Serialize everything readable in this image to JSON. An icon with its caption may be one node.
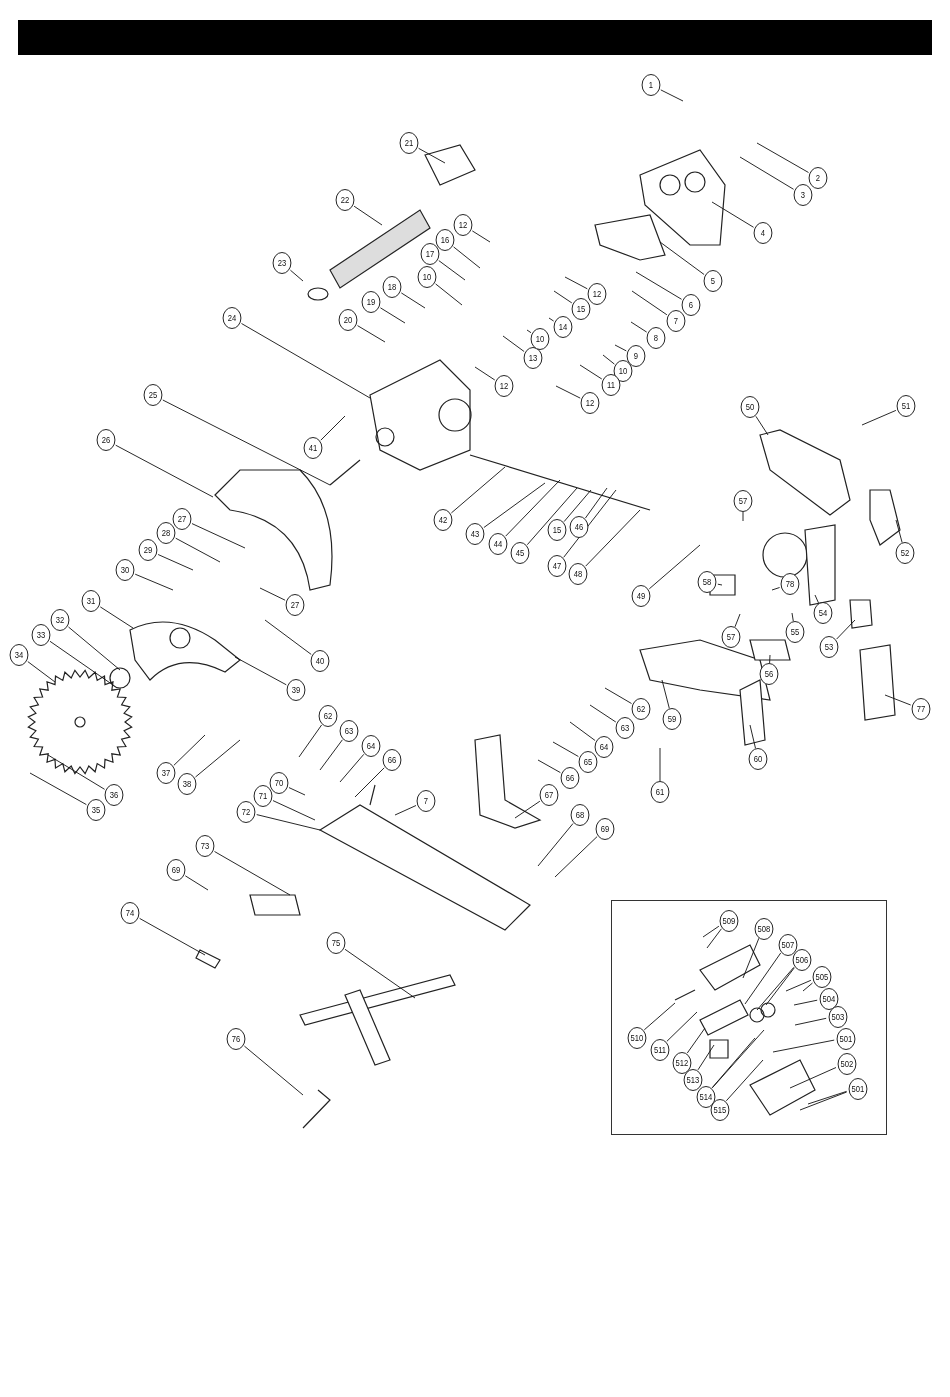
{
  "diagram": {
    "nodes": [
      {
        "text": [
          "1"
        ]
      },
      {
        "text": [
          "2"
        ]
      },
      {
        "text": [
          "3"
        ]
      },
      {
        "text": [
          "4"
        ]
      },
      {
        "text": [
          "5"
        ]
      },
      {
        "text": [
          "6"
        ]
      },
      {
        "text": [
          "7"
        ]
      },
      {
        "text": [
          "8"
        ]
      },
      {
        "text": [
          "9"
        ]
      },
      {
        "text": [
          "10"
        ]
      },
      {
        "text": [
          "11"
        ]
      },
      {
        "text": [
          "12"
        ]
      },
      {
        "text": [
          "12"
        ]
      },
      {
        "text": [
          "15"
        ]
      },
      {
        "text": [
          "14"
        ]
      },
      {
        "text": [
          "13"
        ]
      },
      {
        "text": [
          "10"
        ]
      },
      {
        "text": [
          "12"
        ]
      },
      {
        "text": [
          "21"
        ]
      },
      {
        "text": [
          "22"
        ]
      },
      {
        "text": [
          "23"
        ]
      },
      {
        "text": [
          "12"
        ]
      },
      {
        "text": [
          "16"
        ]
      },
      {
        "text": [
          "17"
        ]
      },
      {
        "text": [
          "10"
        ]
      },
      {
        "text": [
          "18"
        ]
      },
      {
        "text": [
          "19"
        ]
      },
      {
        "text": [
          "20"
        ]
      },
      {
        "text": [
          "24"
        ]
      },
      {
        "text": [
          "41"
        ]
      },
      {
        "text": [
          "25"
        ]
      },
      {
        "text": [
          "26"
        ]
      },
      {
        "text": [
          "27"
        ]
      },
      {
        "text": [
          "28"
        ]
      },
      {
        "text": [
          "29"
        ]
      },
      {
        "text": [
          "30"
        ]
      },
      {
        "text": [
          "27"
        ]
      },
      {
        "text": [
          "40"
        ]
      },
      {
        "text": [
          "31"
        ]
      },
      {
        "text": [
          "32"
        ]
      },
      {
        "text": [
          "33"
        ]
      },
      {
        "text": [
          "34"
        ]
      },
      {
        "text": [
          "39"
        ]
      },
      {
        "text": [
          "36"
        ]
      },
      {
        "text": [
          "35"
        ]
      },
      {
        "text": [
          "37"
        ]
      },
      {
        "text": [
          "38"
        ]
      },
      {
        "text": [
          "62"
        ]
      },
      {
        "text": [
          "63"
        ]
      },
      {
        "text": [
          "64"
        ]
      },
      {
        "text": [
          "66"
        ]
      },
      {
        "text": [
          "70"
        ]
      },
      {
        "text": [
          "71"
        ]
      },
      {
        "text": [
          "72"
        ]
      },
      {
        "text": [
          "7"
        ]
      },
      {
        "text": [
          "62"
        ]
      },
      {
        "text": [
          "63"
        ]
      },
      {
        "text": [
          "64"
        ]
      },
      {
        "text": [
          "65"
        ]
      },
      {
        "text": [
          "66"
        ]
      },
      {
        "text": [
          "67"
        ]
      },
      {
        "text": [
          "59"
        ]
      },
      {
        "text": [
          "60"
        ]
      },
      {
        "text": [
          "61"
        ]
      },
      {
        "text": [
          "68"
        ]
      },
      {
        "text": [
          "69"
        ]
      },
      {
        "text": [
          "69"
        ]
      },
      {
        "text": [
          "73"
        ]
      },
      {
        "text": [
          "74"
        ]
      },
      {
        "text": [
          "75"
        ]
      },
      {
        "text": [
          "76"
        ]
      },
      {
        "text": [
          "42"
        ]
      },
      {
        "text": [
          "43"
        ]
      },
      {
        "text": [
          "44"
        ]
      },
      {
        "text": [
          "45"
        ]
      },
      {
        "text": [
          "15"
        ]
      },
      {
        "text": [
          "46"
        ]
      },
      {
        "text": [
          "47"
        ]
      },
      {
        "text": [
          "48"
        ]
      },
      {
        "text": [
          "49"
        ]
      },
      {
        "text": [
          "50"
        ]
      },
      {
        "text": [
          "51"
        ]
      },
      {
        "text": [
          "52"
        ]
      },
      {
        "text": [
          "57"
        ]
      },
      {
        "text": [
          "58"
        ]
      },
      {
        "text": [
          "78"
        ]
      },
      {
        "text": [
          "54"
        ]
      },
      {
        "text": [
          "55"
        ]
      },
      {
        "text": [
          "57"
        ]
      },
      {
        "text": [
          "56"
        ]
      },
      {
        "text": [
          "53"
        ]
      },
      {
        "text": [
          "77"
        ]
      },
      {
        "text": [],
        "shape": "box"
      },
      {
        "text": [
          "509"
        ],
        "in": 92
      },
      {
        "text": [
          "508"
        ],
        "in": 92
      },
      {
        "text": [
          "507"
        ],
        "in": 92
      },
      {
        "text": [
          "506"
        ],
        "in": 92
      },
      {
        "text": [
          "505"
        ],
        "in": 92
      },
      {
        "text": [
          "504"
        ],
        "in": 92
      },
      {
        "text": [
          "503"
        ],
        "in": 92
      },
      {
        "text": [
          "501"
        ],
        "in": 92
      },
      {
        "text": [
          "502"
        ],
        "in": 92
      },
      {
        "text": [
          "501"
        ],
        "in": 92
      },
      {
        "text": [
          "510"
        ],
        "in": 92
      },
      {
        "text": [
          "511"
        ],
        "in": 92
      },
      {
        "text": [
          "512"
        ],
        "in": 92
      },
      {
        "text": [
          "513"
        ],
        "in": 92
      },
      {
        "text": [
          "514"
        ],
        "in": 92
      },
      {
        "text": [
          "515"
        ],
        "in": 92
      }
    ],
    "edges": [
      {
        "from": 0,
        "to": null,
        "arrow": "none"
      },
      {
        "from": 1,
        "to": null,
        "arrow": "none"
      },
      {
        "from": 2,
        "to": null,
        "arrow": "none"
      },
      {
        "from": 3,
        "to": null,
        "arrow": "none"
      },
      {
        "from": 4,
        "to": null,
        "arrow": "none"
      },
      {
        "from": 5,
        "to": null,
        "arrow": "none"
      },
      {
        "from": 6,
        "to": null,
        "arrow": "none"
      },
      {
        "from": 7,
        "to": null,
        "arrow": "none"
      },
      {
        "from": 8,
        "to": null,
        "arrow": "none"
      },
      {
        "from": 9,
        "to": null,
        "arrow": "none"
      },
      {
        "from": 10,
        "to": null,
        "arrow": "none"
      },
      {
        "from": 11,
        "to": null,
        "arrow": "none"
      },
      {
        "from": 12,
        "to": null,
        "arrow": "none"
      },
      {
        "from": 13,
        "to": null,
        "arrow": "none"
      },
      {
        "from": 14,
        "to": null,
        "arrow": "none"
      },
      {
        "from": 15,
        "to": null,
        "arrow": "none"
      },
      {
        "from": 16,
        "to": null,
        "arrow": "none"
      },
      {
        "from": 17,
        "to": null,
        "arrow": "none"
      },
      {
        "from": 18,
        "to": null,
        "arrow": "none"
      },
      {
        "from": 19,
        "to": null,
        "arrow": "none"
      },
      {
        "from": 20,
        "to": null,
        "arrow": "none"
      },
      {
        "from": 21,
        "to": null,
        "arrow": "none"
      },
      {
        "from": 22,
        "to": null,
        "arrow": "none"
      },
      {
        "from": 23,
        "to": null,
        "arrow": "none"
      },
      {
        "from": 24,
        "to": null,
        "arrow": "none"
      },
      {
        "from": 25,
        "to": null,
        "arrow": "none"
      },
      {
        "from": 26,
        "to": null,
        "arrow": "none"
      },
      {
        "from": 27,
        "to": null,
        "arrow": "none"
      },
      {
        "from": 28,
        "to": null,
        "arrow": "none"
      },
      {
        "from": 29,
        "to": null,
        "arrow": "none"
      },
      {
        "from": 30,
        "to": null,
        "arrow": "none"
      },
      {
        "from": 31,
        "to": null,
        "arrow": "none"
      },
      {
        "from": 32,
        "to": null,
        "arrow": "none"
      },
      {
        "from": 33,
        "to": null,
        "arrow": "none"
      },
      {
        "from": 34,
        "to": null,
        "arrow": "none"
      },
      {
        "from": 35,
        "to": null,
        "arrow": "none"
      },
      {
        "from": 36,
        "to": null,
        "arrow": "none"
      },
      {
        "from": 37,
        "to": null,
        "arrow": "none"
      },
      {
        "from": 38,
        "to": null,
        "arrow": "none"
      },
      {
        "from": 39,
        "to": null,
        "arrow": "none"
      },
      {
        "from": 40,
        "to": null,
        "arrow": "none"
      },
      {
        "from": 41,
        "to": null,
        "arrow": "none"
      },
      {
        "from": 42,
        "to": null,
        "arrow": "none"
      },
      {
        "from": 43,
        "to": null,
        "arrow": "none"
      },
      {
        "from": 44,
        "to": null,
        "arrow": "none"
      },
      {
        "from": 45,
        "to": null,
        "arrow": "none"
      },
      {
        "from": 46,
        "to": null,
        "arrow": "none"
      },
      {
        "from": 47,
        "to": null,
        "arrow": "none"
      },
      {
        "from": 48,
        "to": null,
        "arrow": "none"
      },
      {
        "from": 49,
        "to": null,
        "arrow": "none"
      },
      {
        "from": 50,
        "to": null,
        "arrow": "none"
      },
      {
        "from": 51,
        "to": null,
        "arrow": "none"
      },
      {
        "from": 52,
        "to": null,
        "arrow": "none"
      },
      {
        "from": 53,
        "to": null,
        "arrow": "none"
      },
      {
        "from": 54,
        "to": null,
        "arrow": "none"
      },
      {
        "from": 55,
        "to": null,
        "arrow": "none"
      },
      {
        "from": 56,
        "to": null,
        "arrow": "none"
      },
      {
        "from": 57,
        "to": null,
        "arrow": "none"
      },
      {
        "from": 58,
        "to": null,
        "arrow": "none"
      },
      {
        "from": 59,
        "to": null,
        "arrow": "none"
      },
      {
        "from": 60,
        "to": null,
        "arrow": "none"
      },
      {
        "from": 61,
        "to": null,
        "arrow": "none"
      },
      {
        "from": 62,
        "to": null,
        "arrow": "none"
      },
      {
        "from": 63,
        "to": null,
        "arrow": "none"
      },
      {
        "from": 64,
        "to": null,
        "arrow": "none"
      },
      {
        "from": 65,
        "to": null,
        "arrow": "none"
      },
      {
        "from": 66,
        "to": null,
        "arrow": "none"
      },
      {
        "from": 67,
        "to": null,
        "arrow": "none"
      },
      {
        "from": 68,
        "to": null,
        "arrow": "none"
      },
      {
        "from": 69,
        "to": null,
        "arrow": "none"
      },
      {
        "from": 70,
        "to": null,
        "arrow": "none"
      },
      {
        "from": 71,
        "to": null,
        "arrow": "none"
      },
      {
        "from": 72,
        "to": null,
        "arrow": "none"
      },
      {
        "from": 73,
        "to": null,
        "arrow": "none"
      },
      {
        "from": 74,
        "to": null,
        "arrow": "none"
      },
      {
        "from": 75,
        "to": null,
        "arrow": "none"
      },
      {
        "from": 76,
        "to": null,
        "arrow": "none"
      },
      {
        "from": 77,
        "to": null,
        "arrow": "none"
      },
      {
        "from": 78,
        "to": null,
        "arrow": "none"
      },
      {
        "from": 79,
        "to": null,
        "arrow": "none"
      },
      {
        "from": 80,
        "to": null,
        "arrow": "none"
      },
      {
        "from": 81,
        "to": null,
        "arrow": "none"
      },
      {
        "from": 82,
        "to": null,
        "arrow": "none"
      },
      {
        "from": 83,
        "to": null,
        "arrow": "none"
      },
      {
        "from": 84,
        "to": null,
        "arrow": "none"
      },
      {
        "from": 85,
        "to": null,
        "arrow": "none"
      },
      {
        "from": 86,
        "to": null,
        "arrow": "none"
      },
      {
        "from": 87,
        "to": null,
        "arrow": "none"
      },
      {
        "from": 88,
        "to": null,
        "arrow": "none"
      },
      {
        "from": 89,
        "to": null,
        "arrow": "none"
      },
      {
        "from": 90,
        "to": null,
        "arrow": "none"
      },
      {
        "from": 91,
        "to": null,
        "arrow": "none"
      },
      {
        "from": 93,
        "to": null,
        "arrow": "none"
      },
      {
        "from": 93,
        "to": null,
        "arrow": "none"
      },
      {
        "from": 94,
        "to": null,
        "arrow": "none"
      },
      {
        "from": 95,
        "to": null,
        "arrow": "none"
      },
      {
        "from": 96,
        "to": null,
        "arrow": "none"
      },
      {
        "from": 96,
        "to": null,
        "arrow": "none"
      },
      {
        "from": 97,
        "to": null,
        "arrow": "none"
      },
      {
        "from": 97,
        "to": null,
        "arrow": "none"
      },
      {
        "from": 98,
        "to": null,
        "arrow": "none"
      },
      {
        "from": 99,
        "to": null,
        "arrow": "none"
      },
      {
        "from": 100,
        "to": null,
        "arrow": "none"
      },
      {
        "from": 101,
        "to": null,
        "arrow": "none"
      },
      {
        "from": 102,
        "to": null,
        "arrow": "none"
      },
      {
        "from": 102,
        "to": null,
        "arrow": "none"
      },
      {
        "from": 103,
        "to": null,
        "arrow": "none"
      },
      {
        "from": 104,
        "to": null,
        "arrow": "none"
      },
      {
        "from": 105,
        "to": null,
        "arrow": "none"
      },
      {
        "from": 106,
        "to": null,
        "arrow": "none"
      },
      {
        "from": 107,
        "to": null,
        "arrow": "none"
      },
      {
        "from": 107,
        "to": null,
        "arrow": "none"
      },
      {
        "from": 108,
        "to": null,
        "arrow": "none"
      }
    ]
  }
}
